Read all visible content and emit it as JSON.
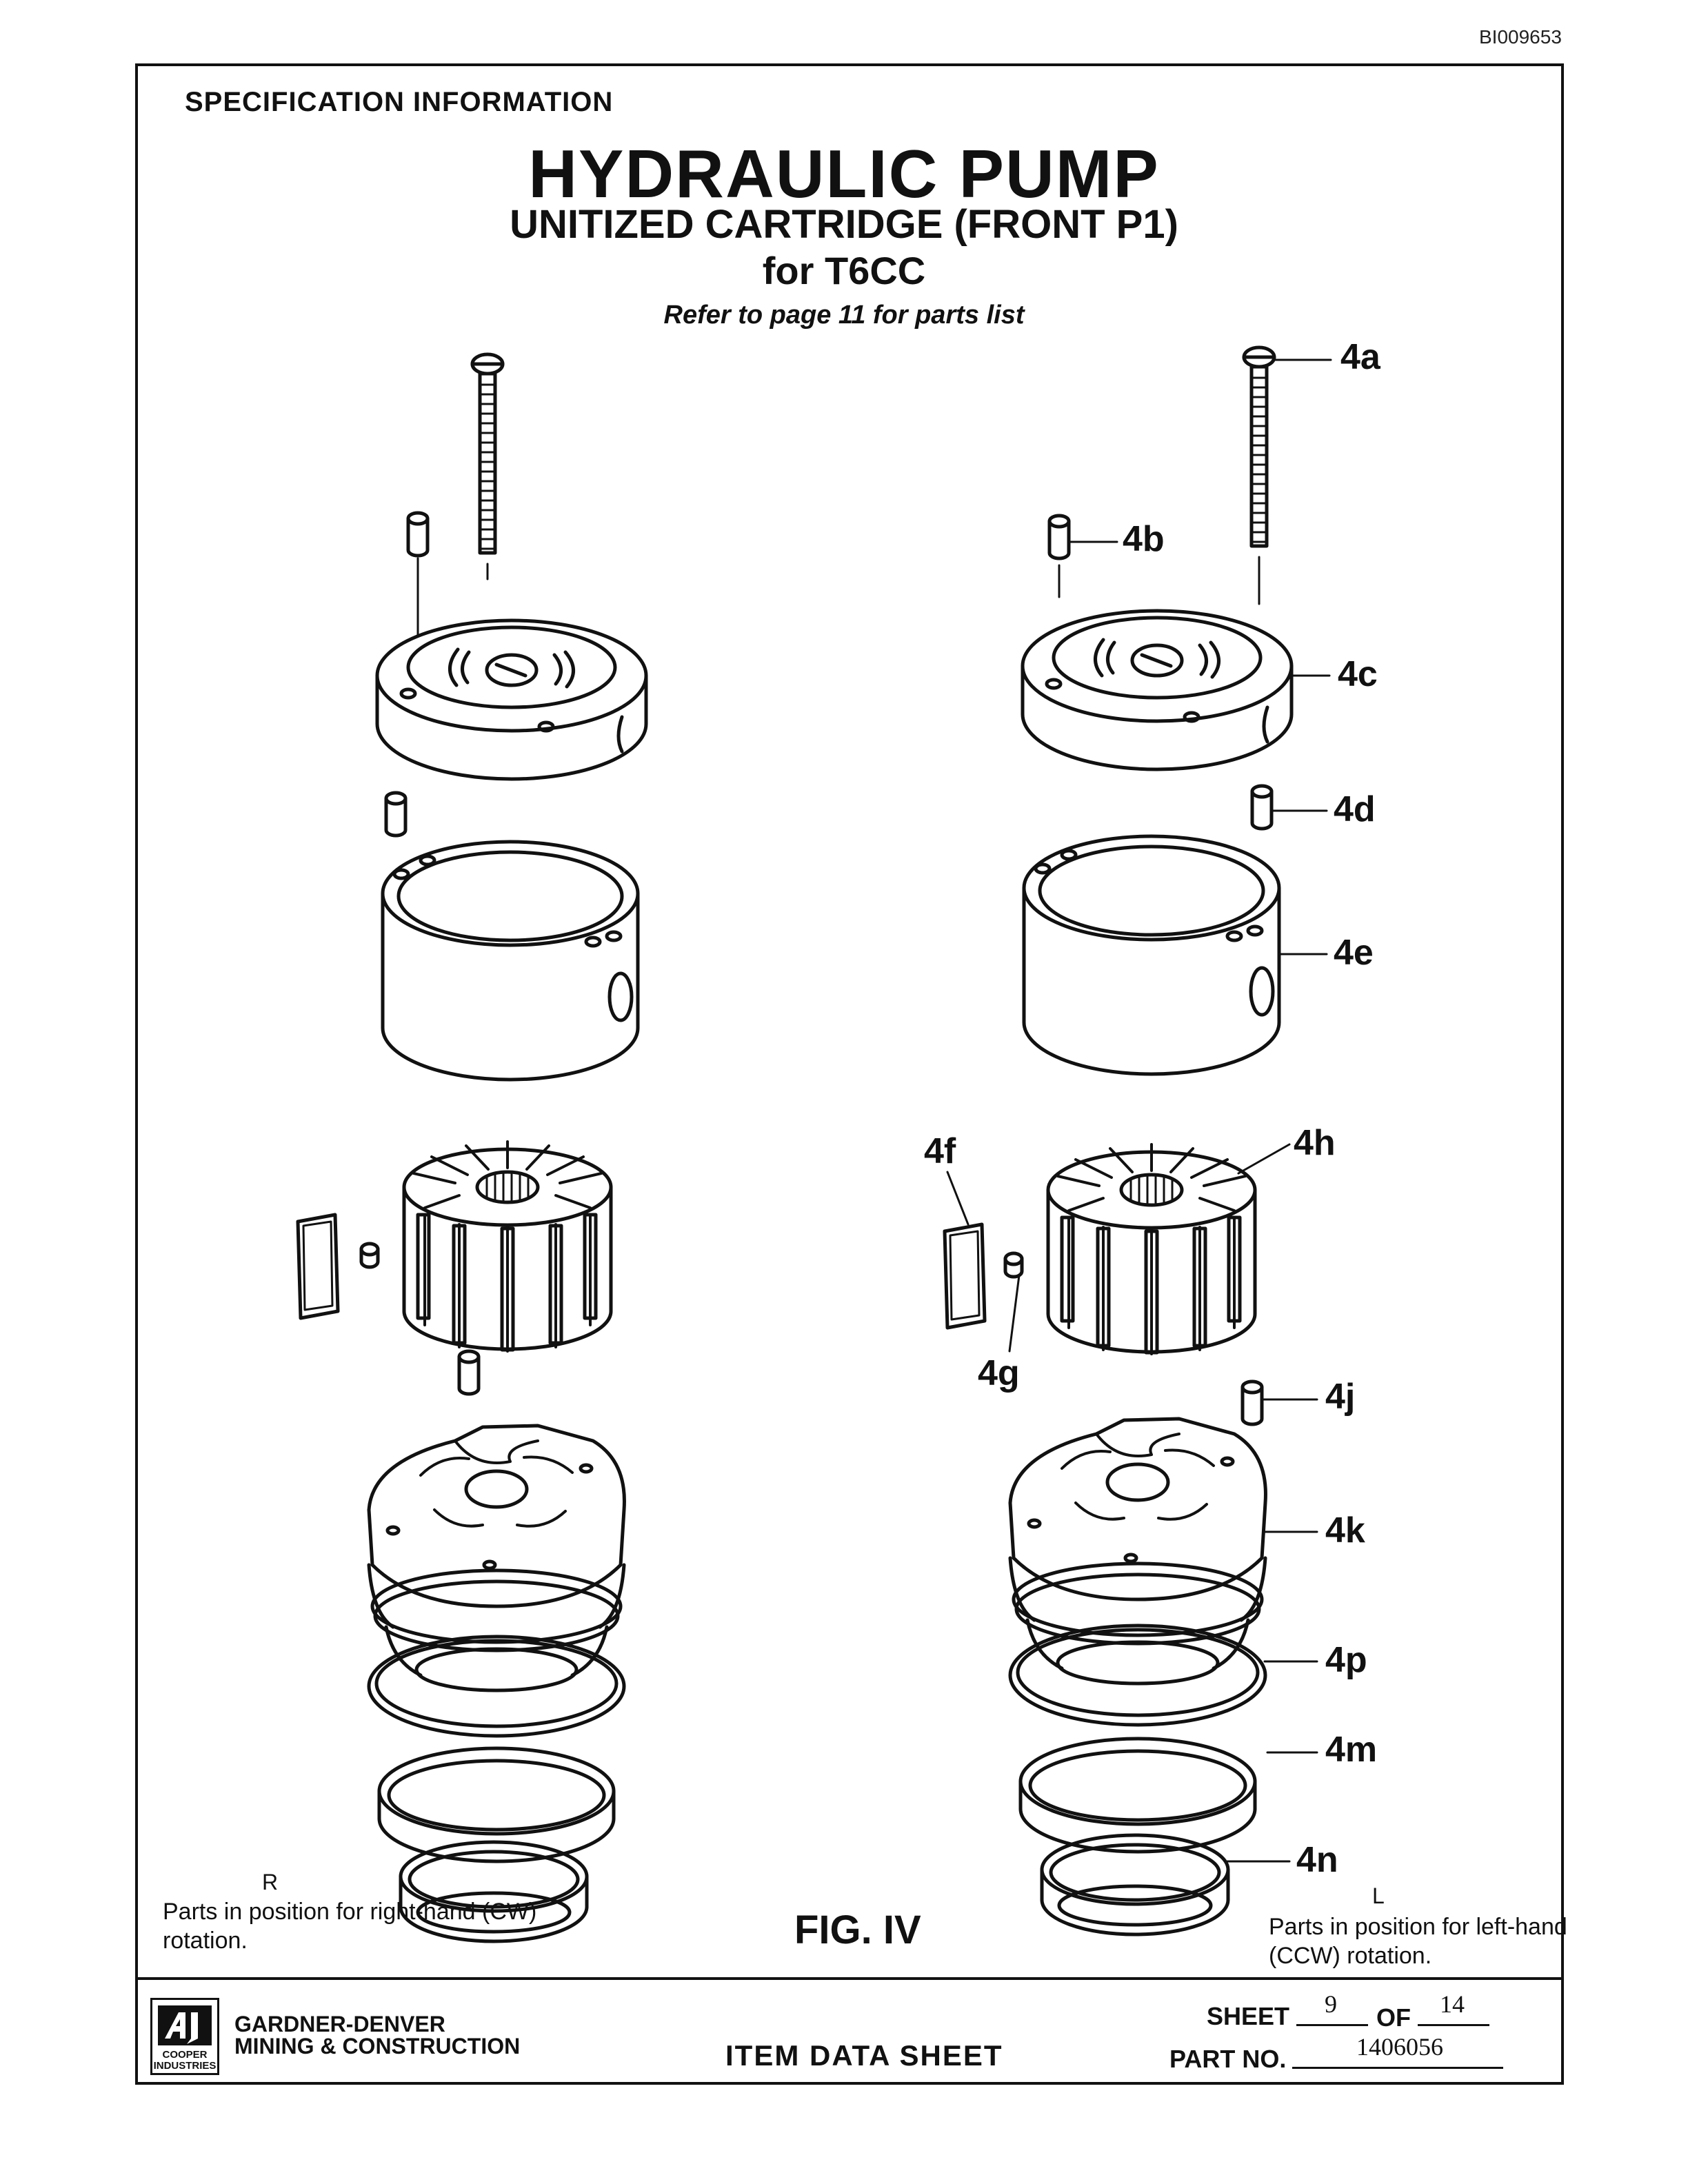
{
  "document_id": "BI009653",
  "header": {
    "section": "SPECIFICATION INFORMATION",
    "title": "HYDRAULIC PUMP",
    "subtitle": "UNITIZED CARTRIDGE (FRONT P1)",
    "model": "for T6CC",
    "reference": "Refer to page 11 for parts list"
  },
  "callouts": [
    "4a",
    "4b",
    "4c",
    "4d",
    "4e",
    "4f",
    "4h",
    "4g",
    "4j",
    "4k",
    "4p",
    "4m",
    "4n"
  ],
  "notes": {
    "right_letter": "R",
    "right_text": "Parts in position for right-hand (CW) rotation.",
    "left_letter": "L",
    "left_text": "Parts in position for left-hand (CCW) rotation."
  },
  "figure_label": "FIG. IV",
  "footer": {
    "logo_sub": "COOPER INDUSTRIES",
    "company_line1": "GARDNER-DENVER",
    "company_line2": "MINING & CONSTRUCTION",
    "sheet_type": "ITEM DATA SHEET",
    "sheet_label": "SHEET",
    "sheet_number": "9",
    "of_label": "OF",
    "sheet_total": "14",
    "part_label": "PART NO.",
    "part_number": "1406056"
  }
}
